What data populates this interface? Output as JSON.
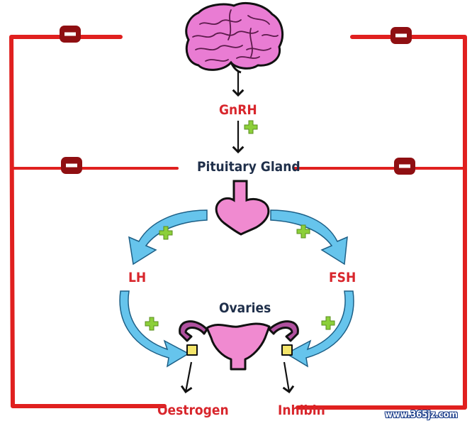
{
  "colors": {
    "feedback_line": "#e0201f",
    "minus_badge": "#8f0f12",
    "plus_sign": "#8ccf3a",
    "blue_arrow": "#66c4ec",
    "organ_pink": "#f08ad0",
    "organ_outline": "#111111",
    "label_red": "#d8262c",
    "label_navy": "#1f2f4a"
  },
  "diagram": {
    "hormones": {
      "gnrh": "GnRH",
      "lh": "LH",
      "fsh": "FSH",
      "oestrogen": "Oestrogen",
      "inhibin": "Inhibin"
    },
    "organs": {
      "pituitary": "Pituitary Gland",
      "ovaries": "Ovaries"
    },
    "icons": [
      "brain-icon",
      "pituitary-icon",
      "ovaries-icon",
      "minus-icon",
      "plus-icon"
    ],
    "watermark": "www.365jz.com"
  }
}
